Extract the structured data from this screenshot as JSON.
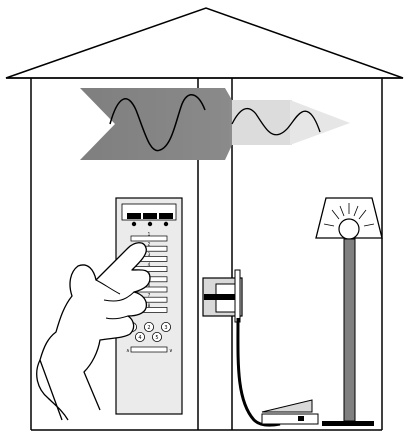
{
  "remote": {
    "buttons": [
      "1",
      "2",
      "3",
      "4",
      "5",
      "6",
      "7",
      "8"
    ],
    "round_keys": [
      "1",
      "2",
      "3",
      "4",
      "5"
    ],
    "dim_down": "∧",
    "dim_up": "∨"
  },
  "icons": {
    "hand": "pointing-hand-icon",
    "bulb": "light-bulb-icon"
  },
  "colors": {
    "wave_banner_dark": "#7f7f7f",
    "wave_banner_light": "#d9d9d9",
    "outline": "#000000",
    "pole": "#808080"
  }
}
